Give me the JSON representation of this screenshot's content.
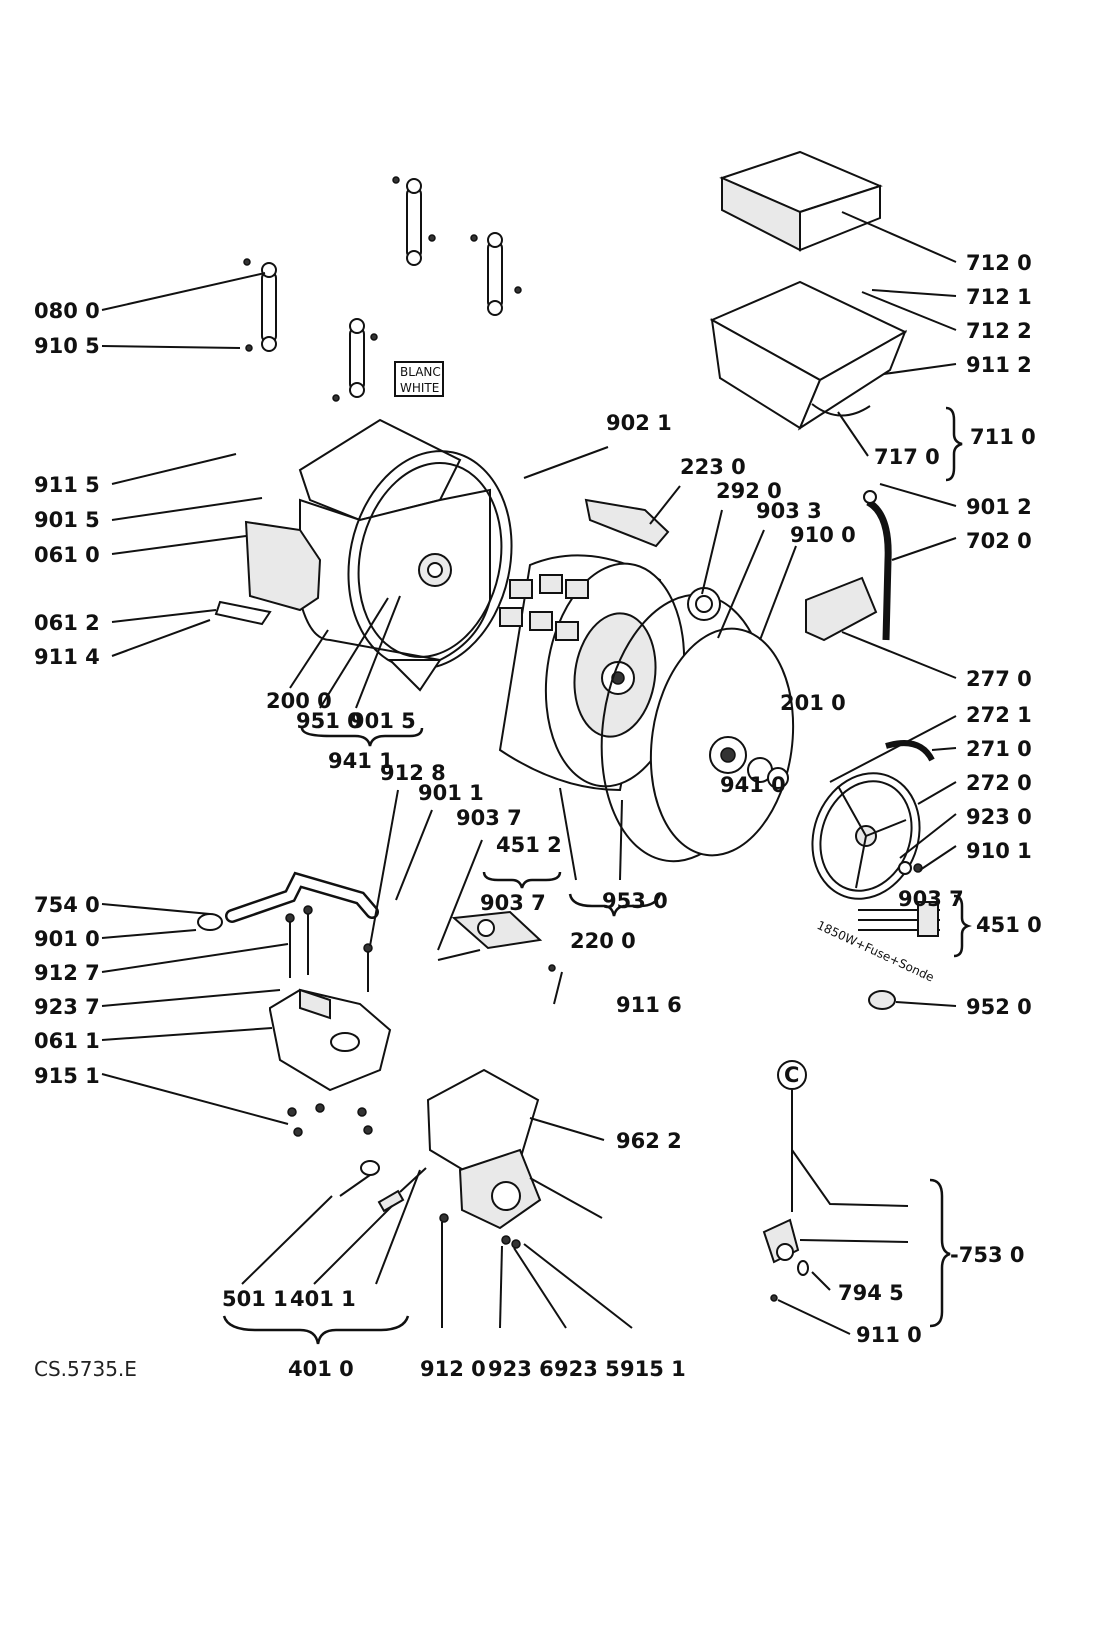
{
  "labels": {
    "l_080_0": "080 0",
    "l_910_5": "910 5",
    "l_911_5": "911 5",
    "l_901_5a": "901 5",
    "l_061_0": "061 0",
    "l_061_2": "061 2",
    "l_911_4": "911 4",
    "l_200_0": "200 0",
    "l_951_0": "951 0",
    "l_901_5b": "901 5",
    "l_941_1": "941 1",
    "l_912_8": "912 8",
    "l_901_1": "901 1",
    "l_903_7a": "903 7",
    "l_451_2": "451 2",
    "l_903_7b": "903 7",
    "l_754_0": "754 0",
    "l_901_0": "901 0",
    "l_912_7": "912 7",
    "l_923_7": "923 7",
    "l_061_1": "061 1",
    "l_915_1a": "915 1",
    "l_911_6": "911 6",
    "l_962_2": "962 2",
    "l_501_1": "501 1",
    "l_401_1": "401 1",
    "l_401_0": "401 0",
    "l_912_0": "912 0",
    "l_923_6": "923 6",
    "l_923_5": "923 5",
    "l_915_1b": "915 1",
    "l_902_1": "902 1",
    "l_223_0": "223 0",
    "l_292_0": "292 0",
    "l_903_3": "903 3",
    "l_910_0": "910 0",
    "l_201_0": "201 0",
    "l_941_0": "941 0",
    "l_953_0": "953 0",
    "l_220_0": "220 0",
    "l_712_0": "712 0",
    "l_712_1": "712 1",
    "l_712_2": "712 2",
    "l_911_2": "911 2",
    "l_711_0": "711 0",
    "l_717_0": "717 0",
    "l_901_2": "901 2",
    "l_702_0": "702 0",
    "l_277_0": "277 0",
    "l_272_1": "272 1",
    "l_271_0": "271 0",
    "l_272_0": "272 0",
    "l_923_0": "923 0",
    "l_910_1": "910 1",
    "l_903_7c": "903 7",
    "l_451_0": "451 0",
    "l_952_0": "952 0",
    "l_753_0": "-753 0",
    "l_794_5": "794 5",
    "l_911_0": "911 0",
    "l_c": "C"
  },
  "tag_blanc": "BLANC",
  "tag_white": "WHITE",
  "heater_note": "1850W+Fuse+Sonde",
  "doc_code": "CS.5735.E"
}
